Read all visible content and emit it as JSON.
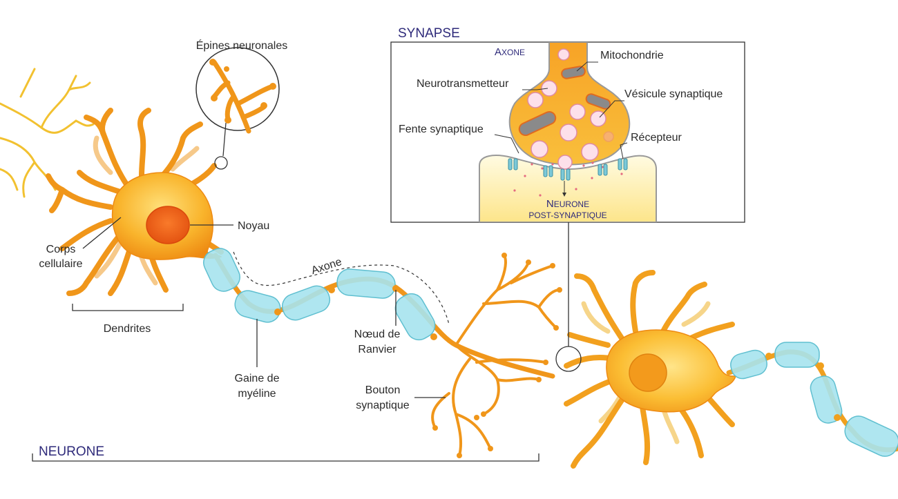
{
  "labels": {
    "epines": "Épines neuronales",
    "noyau": "Noyau",
    "corps_1": "Corps",
    "corps_2": "cellulaire",
    "dendrites": "Dendrites",
    "axone": "Axone",
    "gaine_1": "Gaine de",
    "gaine_2": "myéline",
    "noeud_1": "Nœud de",
    "noeud_2": "Ranvier",
    "bouton_1": "Bouton",
    "bouton_2": "synaptique",
    "neurone": "NEURONE"
  },
  "synapse": {
    "title": "SYNAPSE",
    "axone_big": "A",
    "axone_small": "XONE",
    "mitochondrie": "Mitochondrie",
    "neurotransmetteur": "Neurotransmetteur",
    "vesicule": "Vésicule synaptique",
    "fente": "Fente synaptique",
    "recepteur": "Récepteur",
    "neurone_big": "N",
    "neurone_small": "EURONE",
    "post": "POST-SYNAPTIQUE"
  },
  "colors": {
    "soma": "#f4a21f",
    "soma_light": "#ffd46a",
    "dendrite": "#f0961a",
    "dendrite_pale": "#f6c98a",
    "nucleus": "#ee5a17",
    "myelin": "#a6e3ee",
    "myelin_stroke": "#5fbfd0",
    "title": "#2e2a7a",
    "line": "#333333"
  }
}
